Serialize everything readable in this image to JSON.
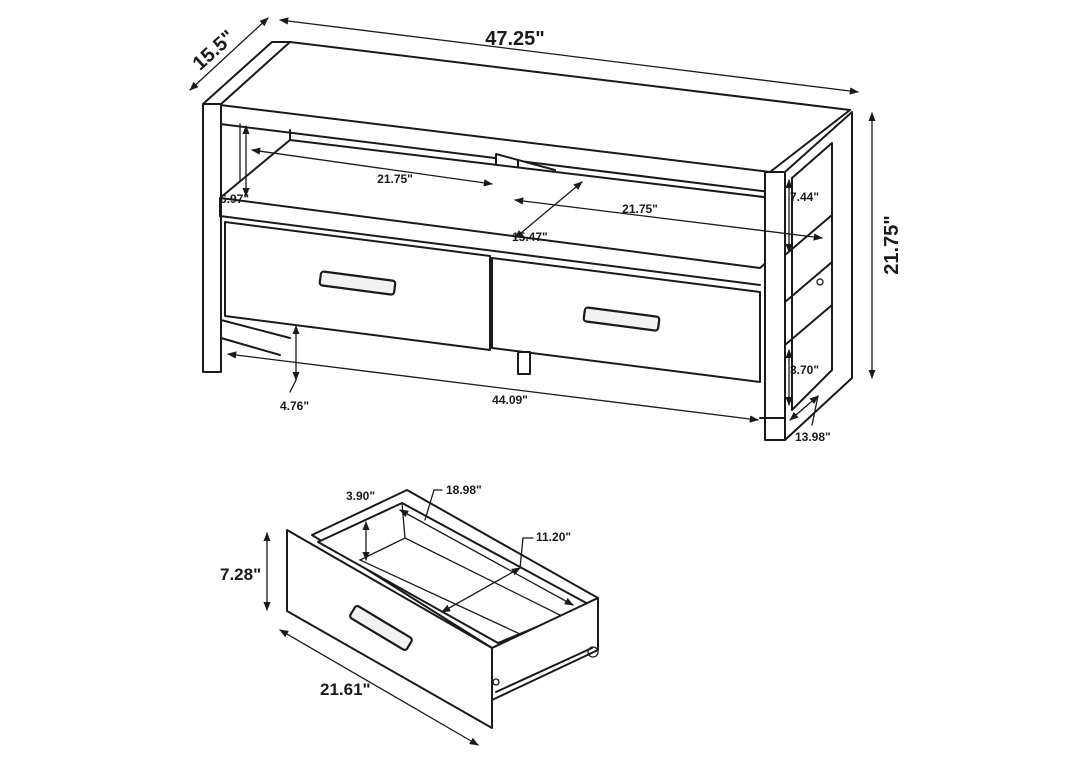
{
  "dimensions": {
    "overall_width": "47.25\"",
    "overall_depth": "15.5\"",
    "overall_height": "21.75\"",
    "left_opening_width": "21.75\"",
    "right_opening_width": "21.75\"",
    "shelf_opening_height": "6.97\"",
    "shelf_depth": "15.47\"",
    "side_opening_top": "7.44\"",
    "side_opening_bottom": "3.70\"",
    "floor_clearance": "4.76\"",
    "interior_width": "44.09\"",
    "side_depth": "13.98\"",
    "drawer_inner_height": "3.90\"",
    "drawer_inner_width": "18.98\"",
    "drawer_inner_depth": "11.20\"",
    "drawer_front_height": "7.28\"",
    "drawer_front_width": "21.61\""
  },
  "icons": {
    "arrowhead": "arrow-icon"
  }
}
